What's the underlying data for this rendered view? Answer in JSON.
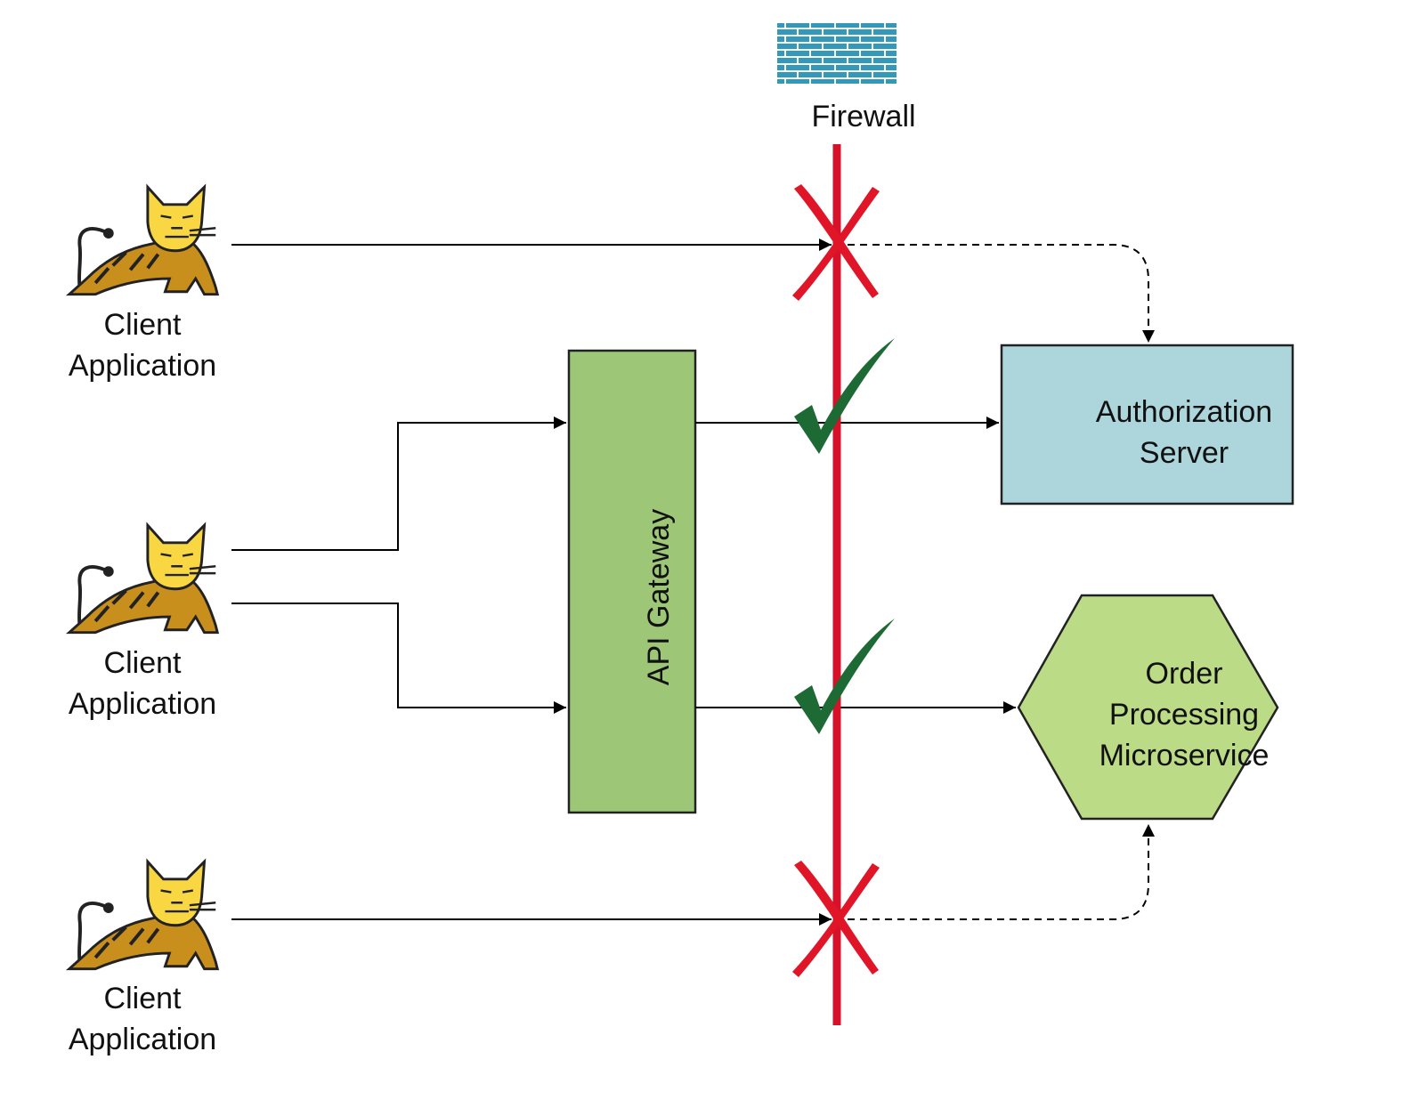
{
  "firewall": {
    "label": "Firewall",
    "icon": "brick-wall-icon",
    "color": "#3399BB",
    "line_color": "#D6112A"
  },
  "clients": [
    {
      "label": "Client\nApplication",
      "icon": "tomcat-icon",
      "access": "blocked"
    },
    {
      "label": "Client\nApplication",
      "icon": "tomcat-icon",
      "access": "via-gateway"
    },
    {
      "label": "Client\nApplication",
      "icon": "tomcat-icon",
      "access": "blocked"
    }
  ],
  "api_gateway": {
    "label": "API Gateway",
    "fill": "#9DC777"
  },
  "authorization_server": {
    "label": "Authorization\nServer",
    "fill": "#ADD5DC"
  },
  "order_service": {
    "label": "Order\nProcessing\nMicroservice",
    "fill": "#BBDB87"
  },
  "markers": {
    "blocked_color": "#E01628",
    "allowed_color": "#1E6A34"
  }
}
